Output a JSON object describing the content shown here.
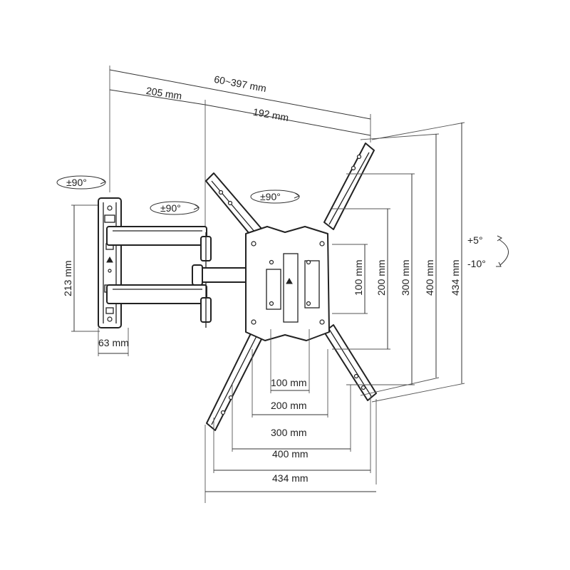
{
  "dimensions": {
    "arm_extension": "60~397 mm",
    "arm_inner": "205 mm",
    "arm_outer": "192 mm",
    "wall_plate_height": "213 mm",
    "wall_plate_width": "63 mm",
    "vesa_h_100": "100 mm",
    "vesa_h_200": "200 mm",
    "vesa_h_300": "300 mm",
    "vesa_h_400": "400 mm",
    "vesa_h_434": "434 mm",
    "vesa_v_100": "100 mm",
    "vesa_v_200": "200 mm",
    "vesa_v_300": "300 mm",
    "vesa_v_400": "400 mm",
    "vesa_v_434": "434 mm"
  },
  "rotation": {
    "wall_swivel": "±90°",
    "arm_swivel": "±90°",
    "plate_rotate": "±90°",
    "tilt_up": "+5°",
    "tilt_down": "-10°"
  }
}
